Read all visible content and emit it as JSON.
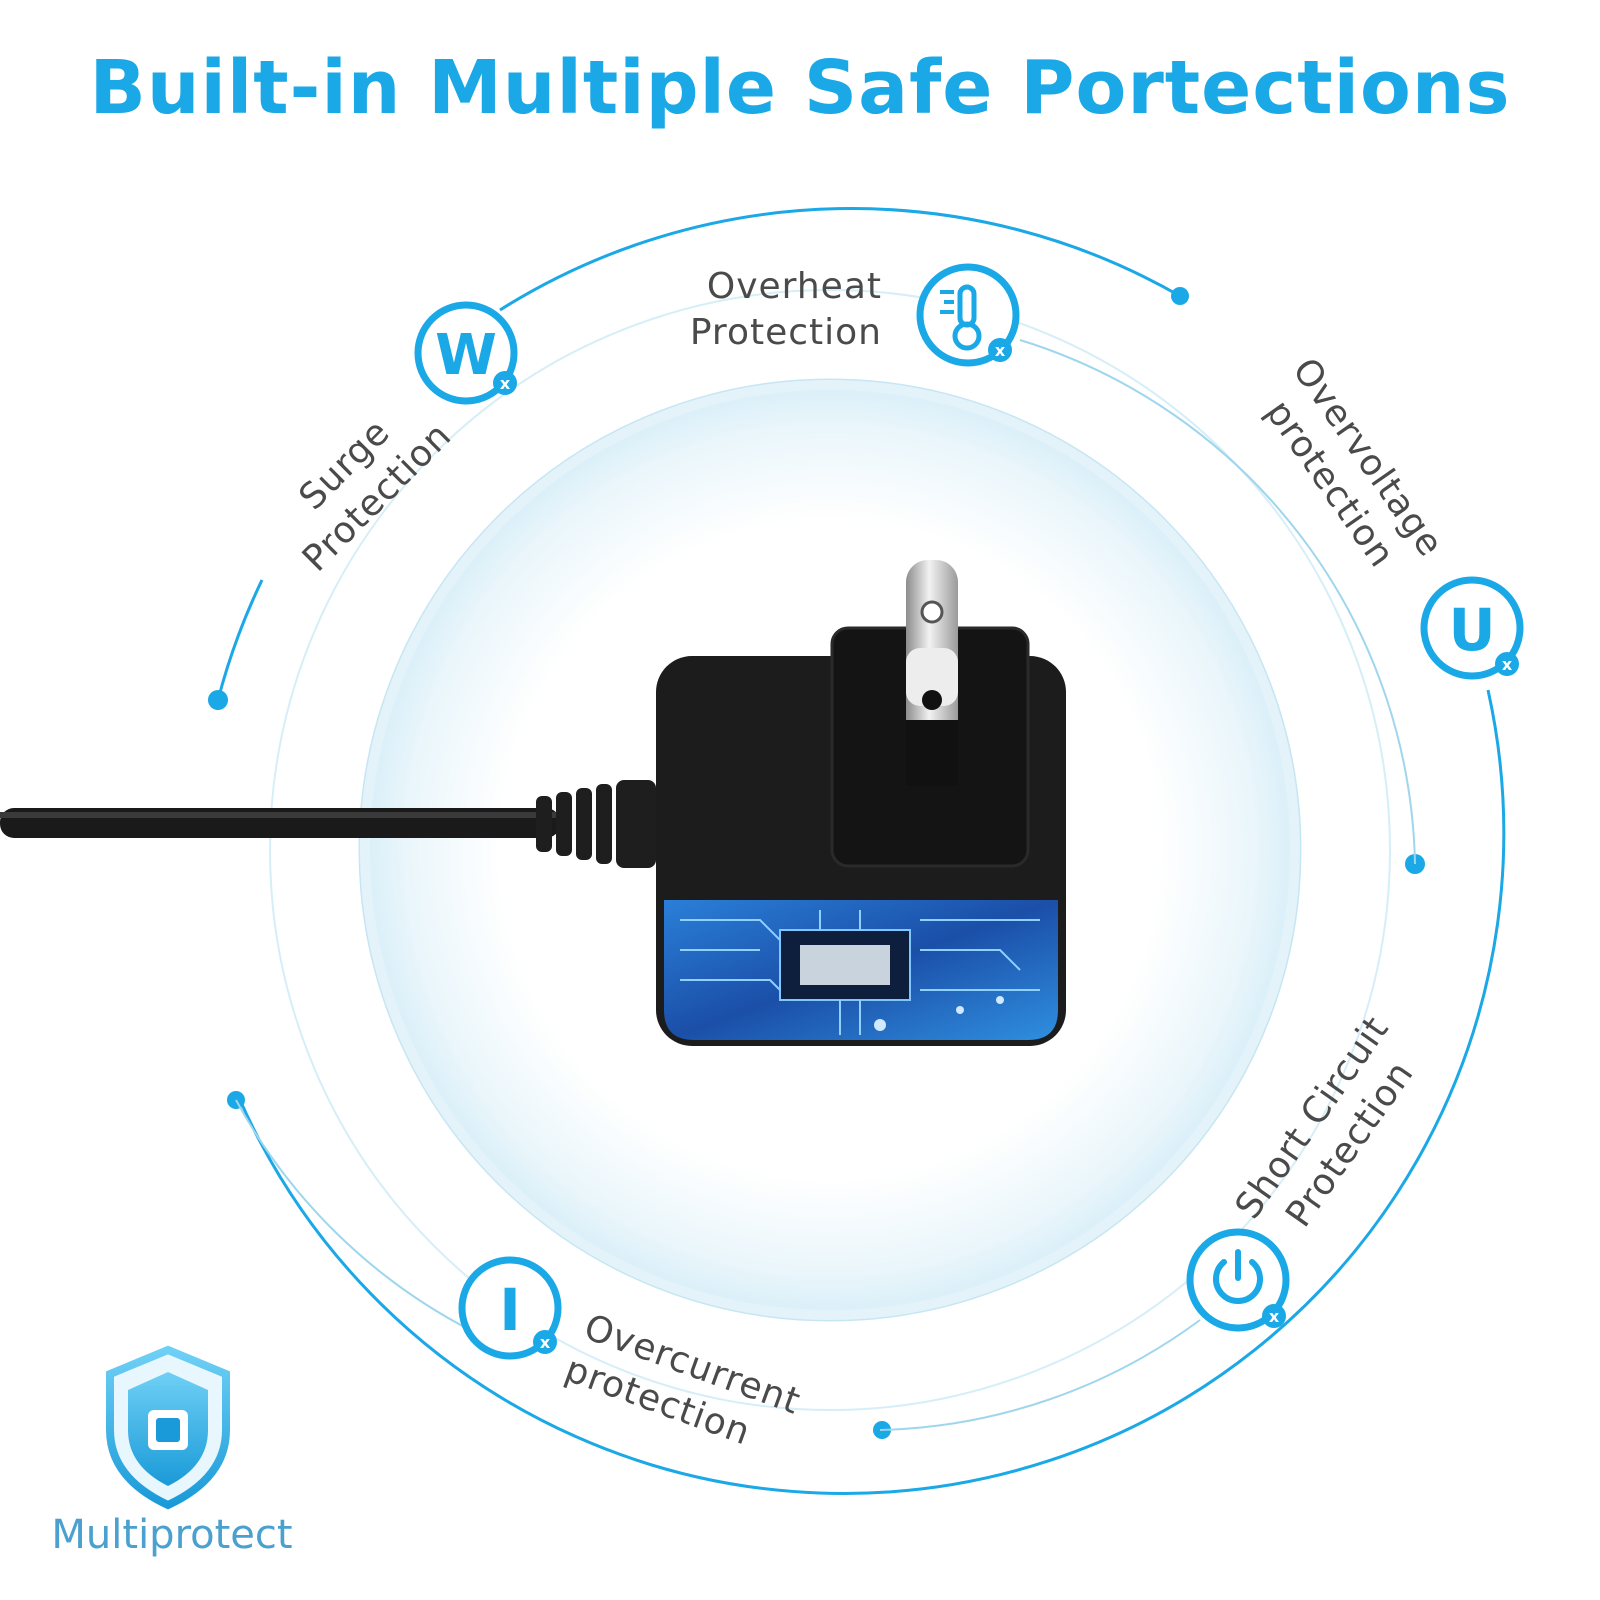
{
  "title": "Built-in Multiple Safe Portections",
  "features": {
    "overheat": {
      "line1": "Overheat",
      "line2": "Protection"
    },
    "surge": {
      "line1": "Surge",
      "line2": "Protection"
    },
    "overvoltage": {
      "line1": "Overvoltage",
      "line2": "protection",
      "icon_letter": "U"
    },
    "short_circuit": {
      "line1": "Short Circuit",
      "line2": "Protection"
    },
    "overcurrent": {
      "line1": "Overcurrent",
      "line2": "protection",
      "icon_letter": "I"
    },
    "surge_icon_letter": "W",
    "badge_mark": "x"
  },
  "badge": {
    "label": "Multiprotect"
  },
  "icons": {
    "surge": "w-letter-icon",
    "overheat": "thermometer-icon",
    "overvoltage": "u-letter-icon",
    "short_circuit": "power-icon",
    "overcurrent": "i-letter-icon",
    "badge": "shield-chip-icon"
  },
  "colors": {
    "accent": "#1aa8e6",
    "label": "#4a4a4a",
    "adapter": "#1c1c1c",
    "circuit": "#1f5fb8"
  }
}
